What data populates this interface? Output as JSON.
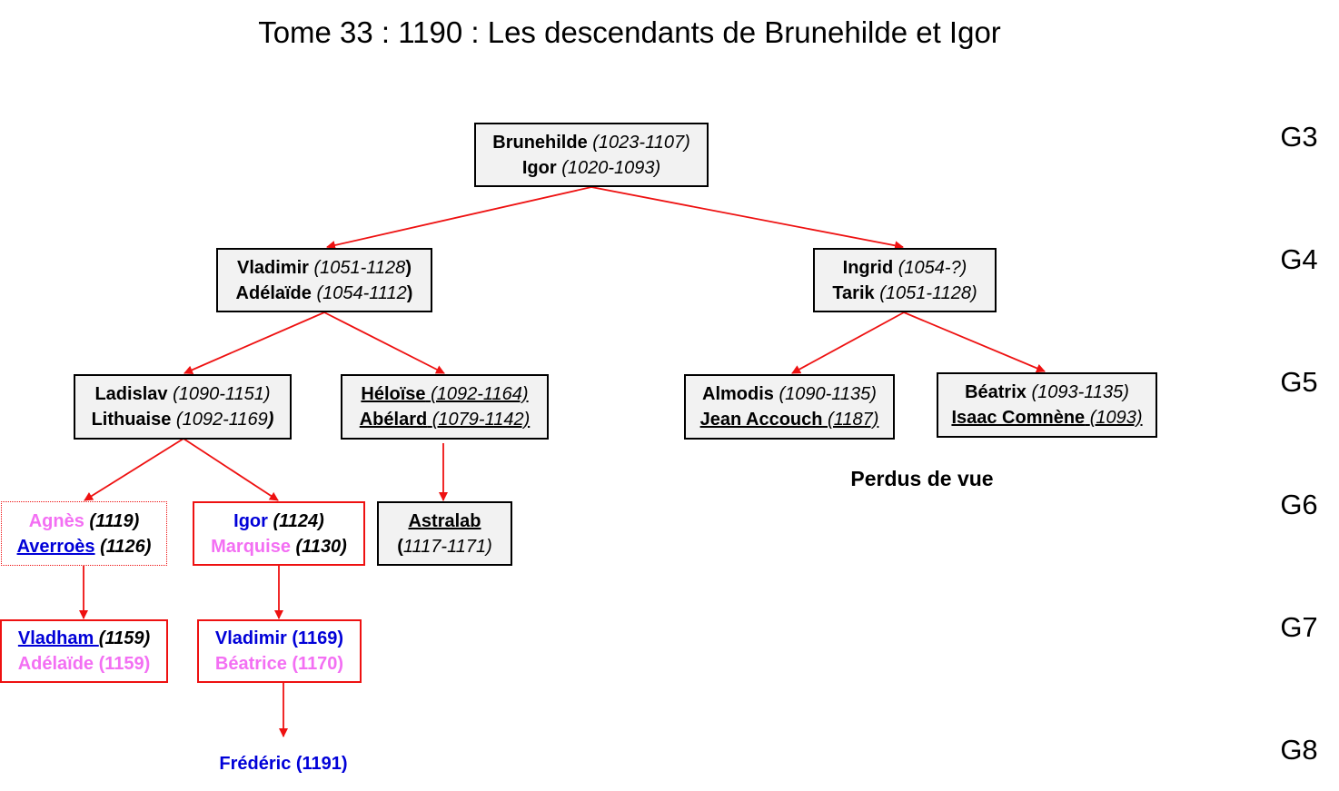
{
  "title": "Tome 33 : 1190 : Les descendants de Brunehilde et Igor",
  "generations": [
    "G3",
    "G4",
    "G5",
    "G6",
    "G7",
    "G8"
  ],
  "nodes": {
    "brunehilde_igor": {
      "l1": {
        "name": "Brunehilde",
        "dates": "(1023-1107)"
      },
      "l2": {
        "name": "Igor",
        "dates": "(1020-1093)"
      }
    },
    "vladimir_adelaide": {
      "l1": {
        "name": "Vladimir",
        "dates": "(1051-1128",
        "close": ")"
      },
      "l2": {
        "name": "Adélaïde",
        "dates": "(1054-1112",
        "close": ")"
      }
    },
    "ingrid_tarik": {
      "l1": {
        "name": "Ingrid",
        "dates": "(1054-?)"
      },
      "l2": {
        "name": "Tarik",
        "dates": "(1051-1128)"
      }
    },
    "ladislav_lithuaise": {
      "l1": {
        "name": "Ladislav",
        "dates": "(1090-1151)"
      },
      "l2": {
        "name": "Lithuaise",
        "dates": "(1092-1169",
        "close": ")"
      }
    },
    "heloise_abelard": {
      "l1": {
        "name": "Héloïse",
        "dates": "(1092-1164)"
      },
      "l2": {
        "name": "Abélard",
        "dates": "(1079-1142)"
      }
    },
    "almodis_jean": {
      "l1": {
        "name": "Almodis",
        "dates": "(1090-1135)"
      },
      "l2": {
        "name": "Jean Accouch",
        "dates": "(1187)"
      }
    },
    "beatrix_isaac": {
      "l1": {
        "name": "Béatrix",
        "dates": "(1093-1135)"
      },
      "l2": {
        "name": "Isaac Comnène",
        "dates": "(1093)"
      }
    },
    "agnes_averroes": {
      "l1": {
        "name": "Agnès",
        "dates": "(1119)"
      },
      "l2": {
        "name": "Averroès",
        "dates": "(1126)"
      }
    },
    "igor_marquise": {
      "l1": {
        "name": "Igor",
        "dates": "(1124)"
      },
      "l2": {
        "name": "Marquise",
        "dates": "(1130)"
      }
    },
    "astralab": {
      "l1": {
        "name": "Astralab"
      },
      "l2": {
        "open": "(",
        "dates": "1117-1171)"
      }
    },
    "vladham_adelaide": {
      "l1": {
        "name": "Vladham ",
        "dates": "(1159)"
      },
      "l2": {
        "name": "Adélaïde (1159)"
      }
    },
    "vladimir_beatrice": {
      "l1": {
        "name": "Vladimir (1169)"
      },
      "l2": {
        "name": "Béatrice (1170)"
      }
    }
  },
  "lost_label": "Perdus de vue",
  "frederic": "Frédéric (1191)",
  "colors": {
    "arrow": "#ee1111",
    "female": "#f36ff3",
    "male": "#0000d8",
    "box_fill": "#f2f2f2"
  }
}
